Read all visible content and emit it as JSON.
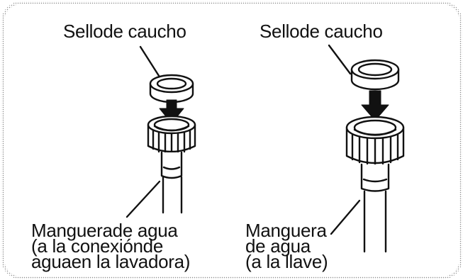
{
  "figure": {
    "left": {
      "seal_label": "Sellode caucho",
      "hose_label_lines": [
        "Manguerade agua",
        "(a la conexiónde",
        "aguaen la lavadora)"
      ]
    },
    "right": {
      "seal_label": "Sellode caucho",
      "hose_label_lines": [
        "Manguera",
        "de agua",
        "(a la llave)"
      ]
    }
  }
}
